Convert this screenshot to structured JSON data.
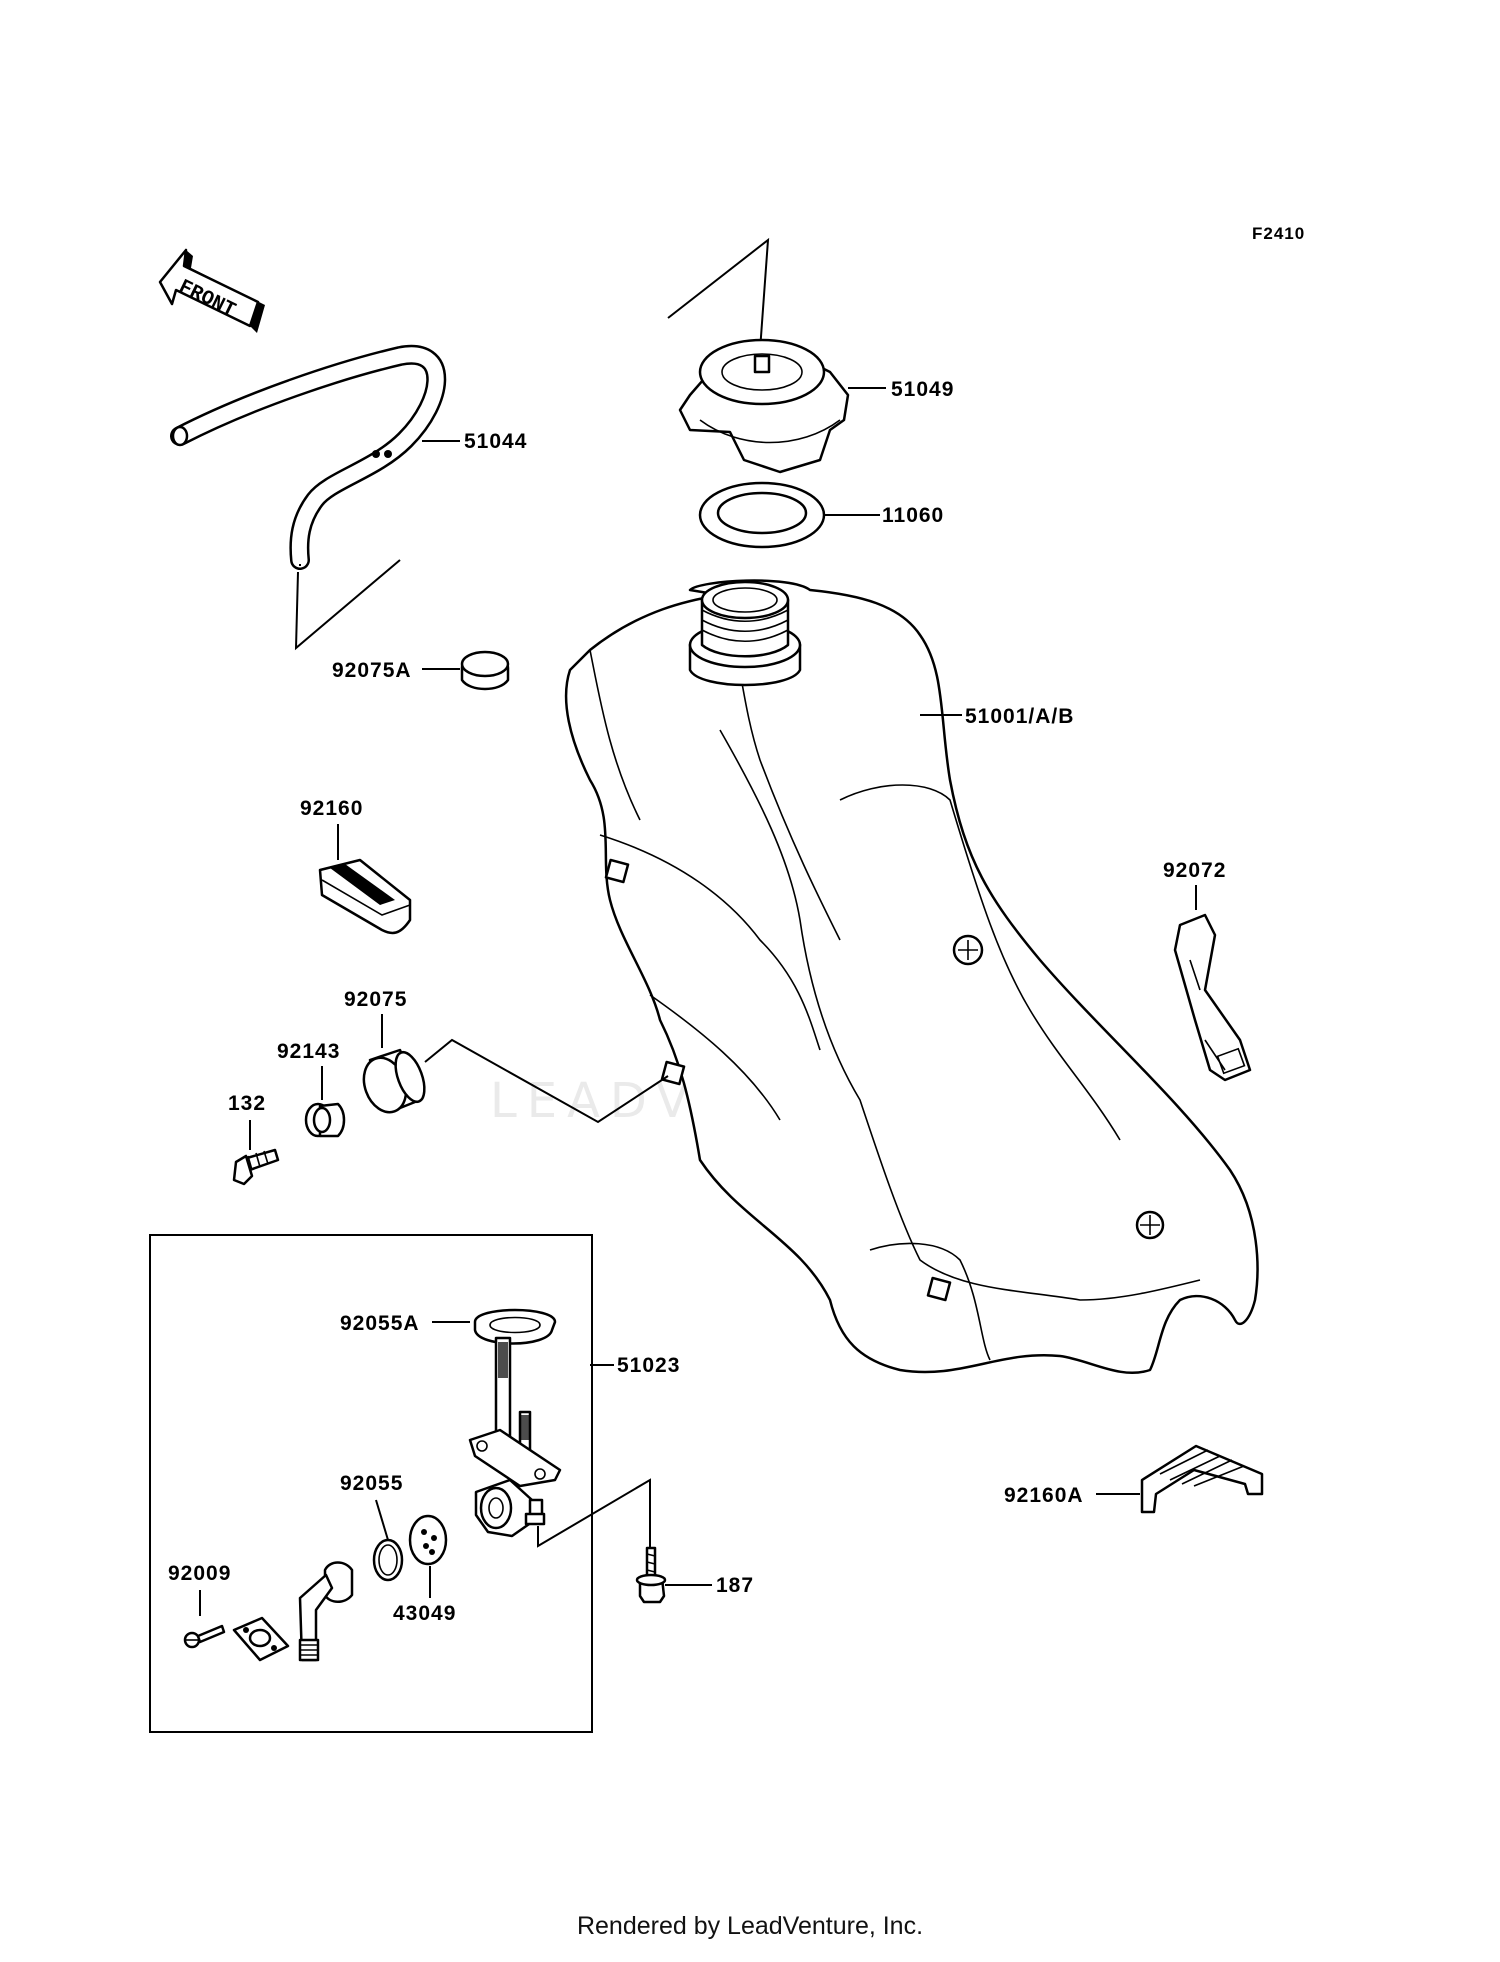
{
  "diagram_code": "F2410",
  "front_arrow_text": "FRONT",
  "watermark": "LEADVENTURE",
  "footer": "Rendered by LeadVenture, Inc.",
  "parts": [
    {
      "id": "51044",
      "label": "51044"
    },
    {
      "id": "51049",
      "label": "51049"
    },
    {
      "id": "11060",
      "label": "11060"
    },
    {
      "id": "92075A",
      "label": "92075A"
    },
    {
      "id": "51001AB",
      "label": "51001/A/B"
    },
    {
      "id": "92160",
      "label": "92160"
    },
    {
      "id": "92072",
      "label": "92072"
    },
    {
      "id": "92075",
      "label": "92075"
    },
    {
      "id": "92143",
      "label": "92143"
    },
    {
      "id": "132",
      "label": "132"
    },
    {
      "id": "92055A",
      "label": "92055A"
    },
    {
      "id": "51023",
      "label": "51023"
    },
    {
      "id": "92055",
      "label": "92055"
    },
    {
      "id": "92009",
      "label": "92009"
    },
    {
      "id": "43049",
      "label": "43049"
    },
    {
      "id": "187",
      "label": "187"
    },
    {
      "id": "92160A",
      "label": "92160A"
    }
  ]
}
